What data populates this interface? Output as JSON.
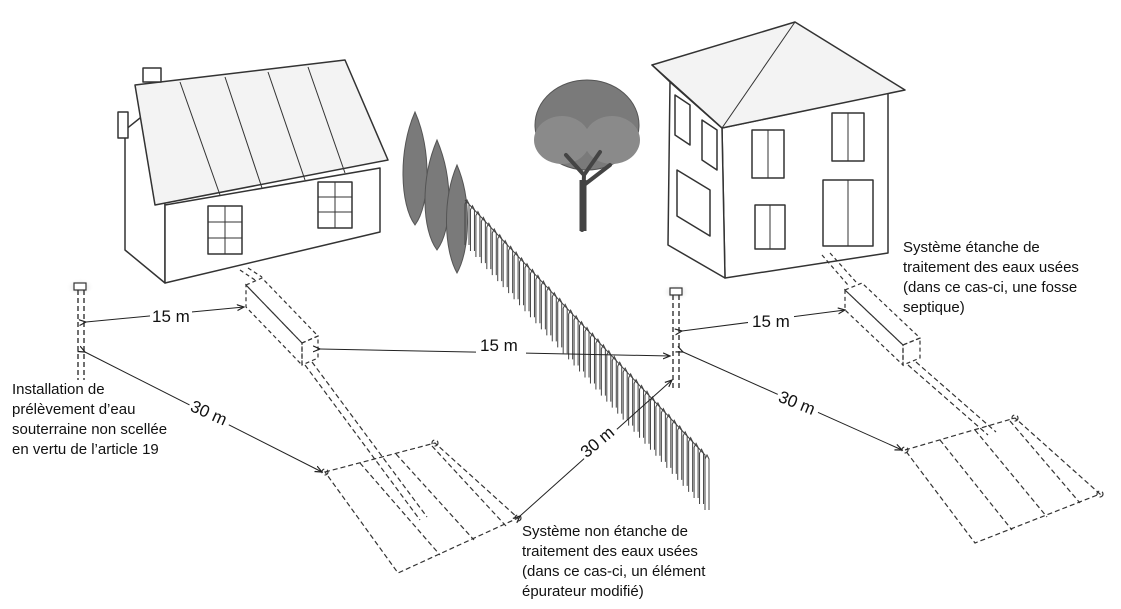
{
  "distances": {
    "well_left_to_tank": "15 m",
    "tank_to_well_right": "15 m",
    "well_right_to_tank_right": "15 m",
    "well_left_to_field": "30 m",
    "field_to_well_right": "30 m",
    "well_right_to_field_right": "30 m"
  },
  "labels": {
    "well": [
      "Installation de",
      "prélèvement d’eau",
      "souterraine non scellée",
      "en vertu de l’article 19"
    ],
    "sealed_system": [
      "Système étanche de",
      "traitement des eaux usées",
      "(dans ce cas-ci, une fosse",
      "septique)"
    ],
    "non_sealed_system": [
      "Système non étanche de",
      "traitement des eaux usées",
      "(dans ce cas-ci, un élément",
      "épurateur modifié)"
    ]
  },
  "colors": {
    "line": "#333333",
    "wall": "#ffffff",
    "roof": "#f2f2f2",
    "tree": "#777777",
    "well_glow": "#cfcfcf"
  }
}
